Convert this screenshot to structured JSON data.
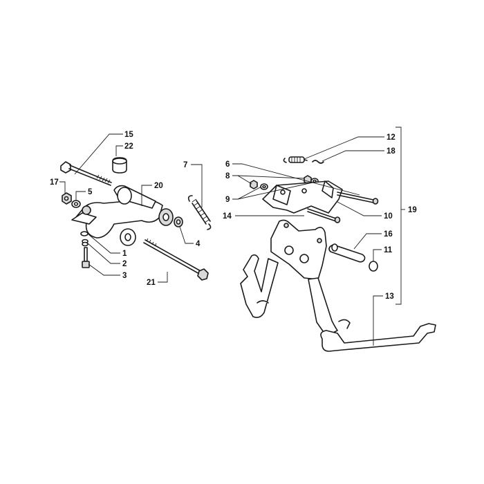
{
  "callouts": {
    "c1": "1",
    "c2": "2",
    "c3": "3",
    "c4": "4",
    "c5": "5",
    "c6": "6",
    "c7": "7",
    "c8": "8",
    "c9": "9",
    "c10": "10",
    "c11": "11",
    "c12": "12",
    "c13": "13",
    "c14": "14",
    "c15": "15",
    "c16": "16",
    "c17": "17",
    "c18": "18",
    "c19": "19",
    "c20": "20",
    "c21": "21",
    "c22": "22"
  },
  "colors": {
    "line": "#1a1a1a",
    "background": "#ffffff",
    "shade": "#d9d9d9"
  },
  "icons": [
    "bolt",
    "nut",
    "washer",
    "spacer",
    "spring",
    "bracket",
    "center-stand",
    "pin",
    "circlip",
    "swing-arm",
    "silent-block"
  ]
}
